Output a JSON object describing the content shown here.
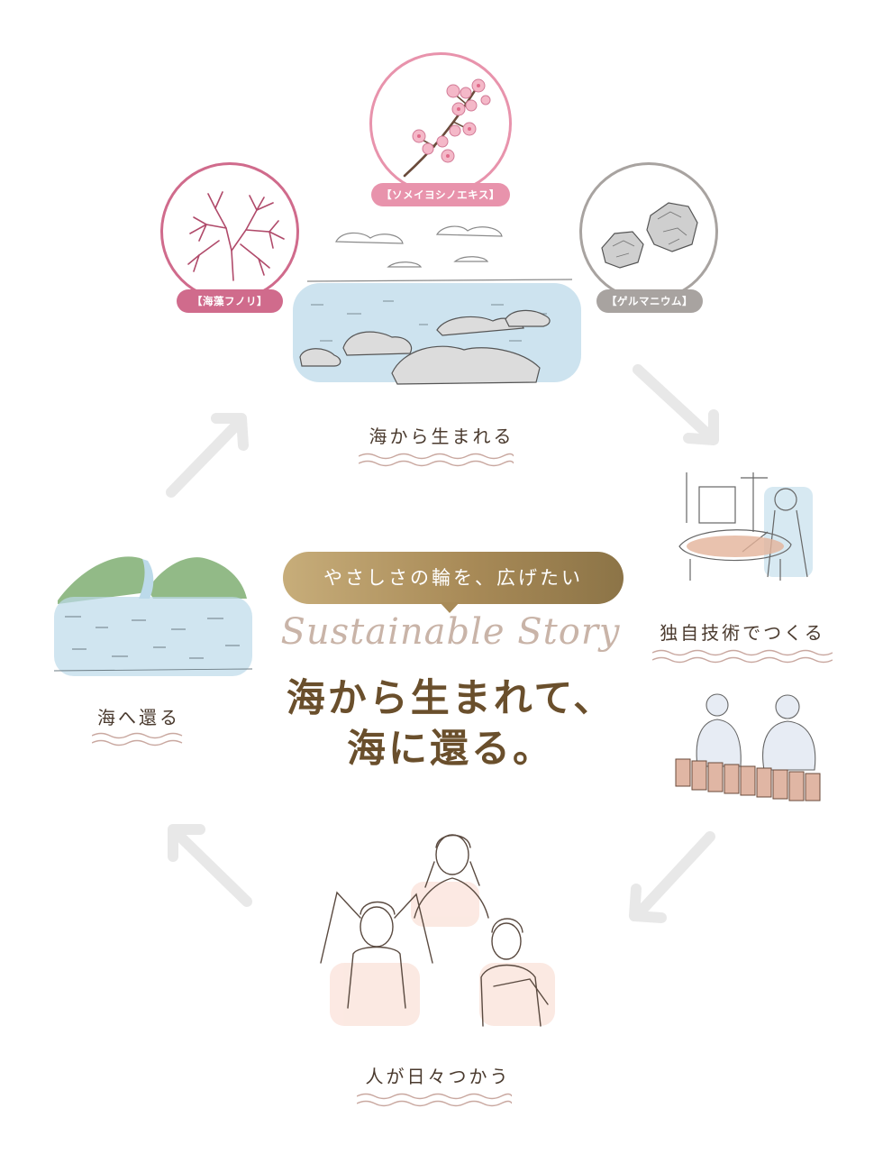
{
  "ingredients": {
    "funori": {
      "label": "【海藻フノリ】",
      "color": "#d06b8c"
    },
    "someiyoshino": {
      "label": "【ソメイヨシノエキス】",
      "color": "#e893ac"
    },
    "germanium": {
      "label": "【ゲルマニウム】",
      "color": "#a8a3a0"
    }
  },
  "steps": {
    "born": "海から生まれる",
    "make": "独自技術でつくる",
    "use": "人が日々つかう",
    "return": "海へ還る"
  },
  "center": {
    "badge": "やさしさの輪を、広げたい",
    "script_title": "Sustainable Story",
    "headline_line1": "海から生まれて、",
    "headline_line2": "海に還る。"
  }
}
